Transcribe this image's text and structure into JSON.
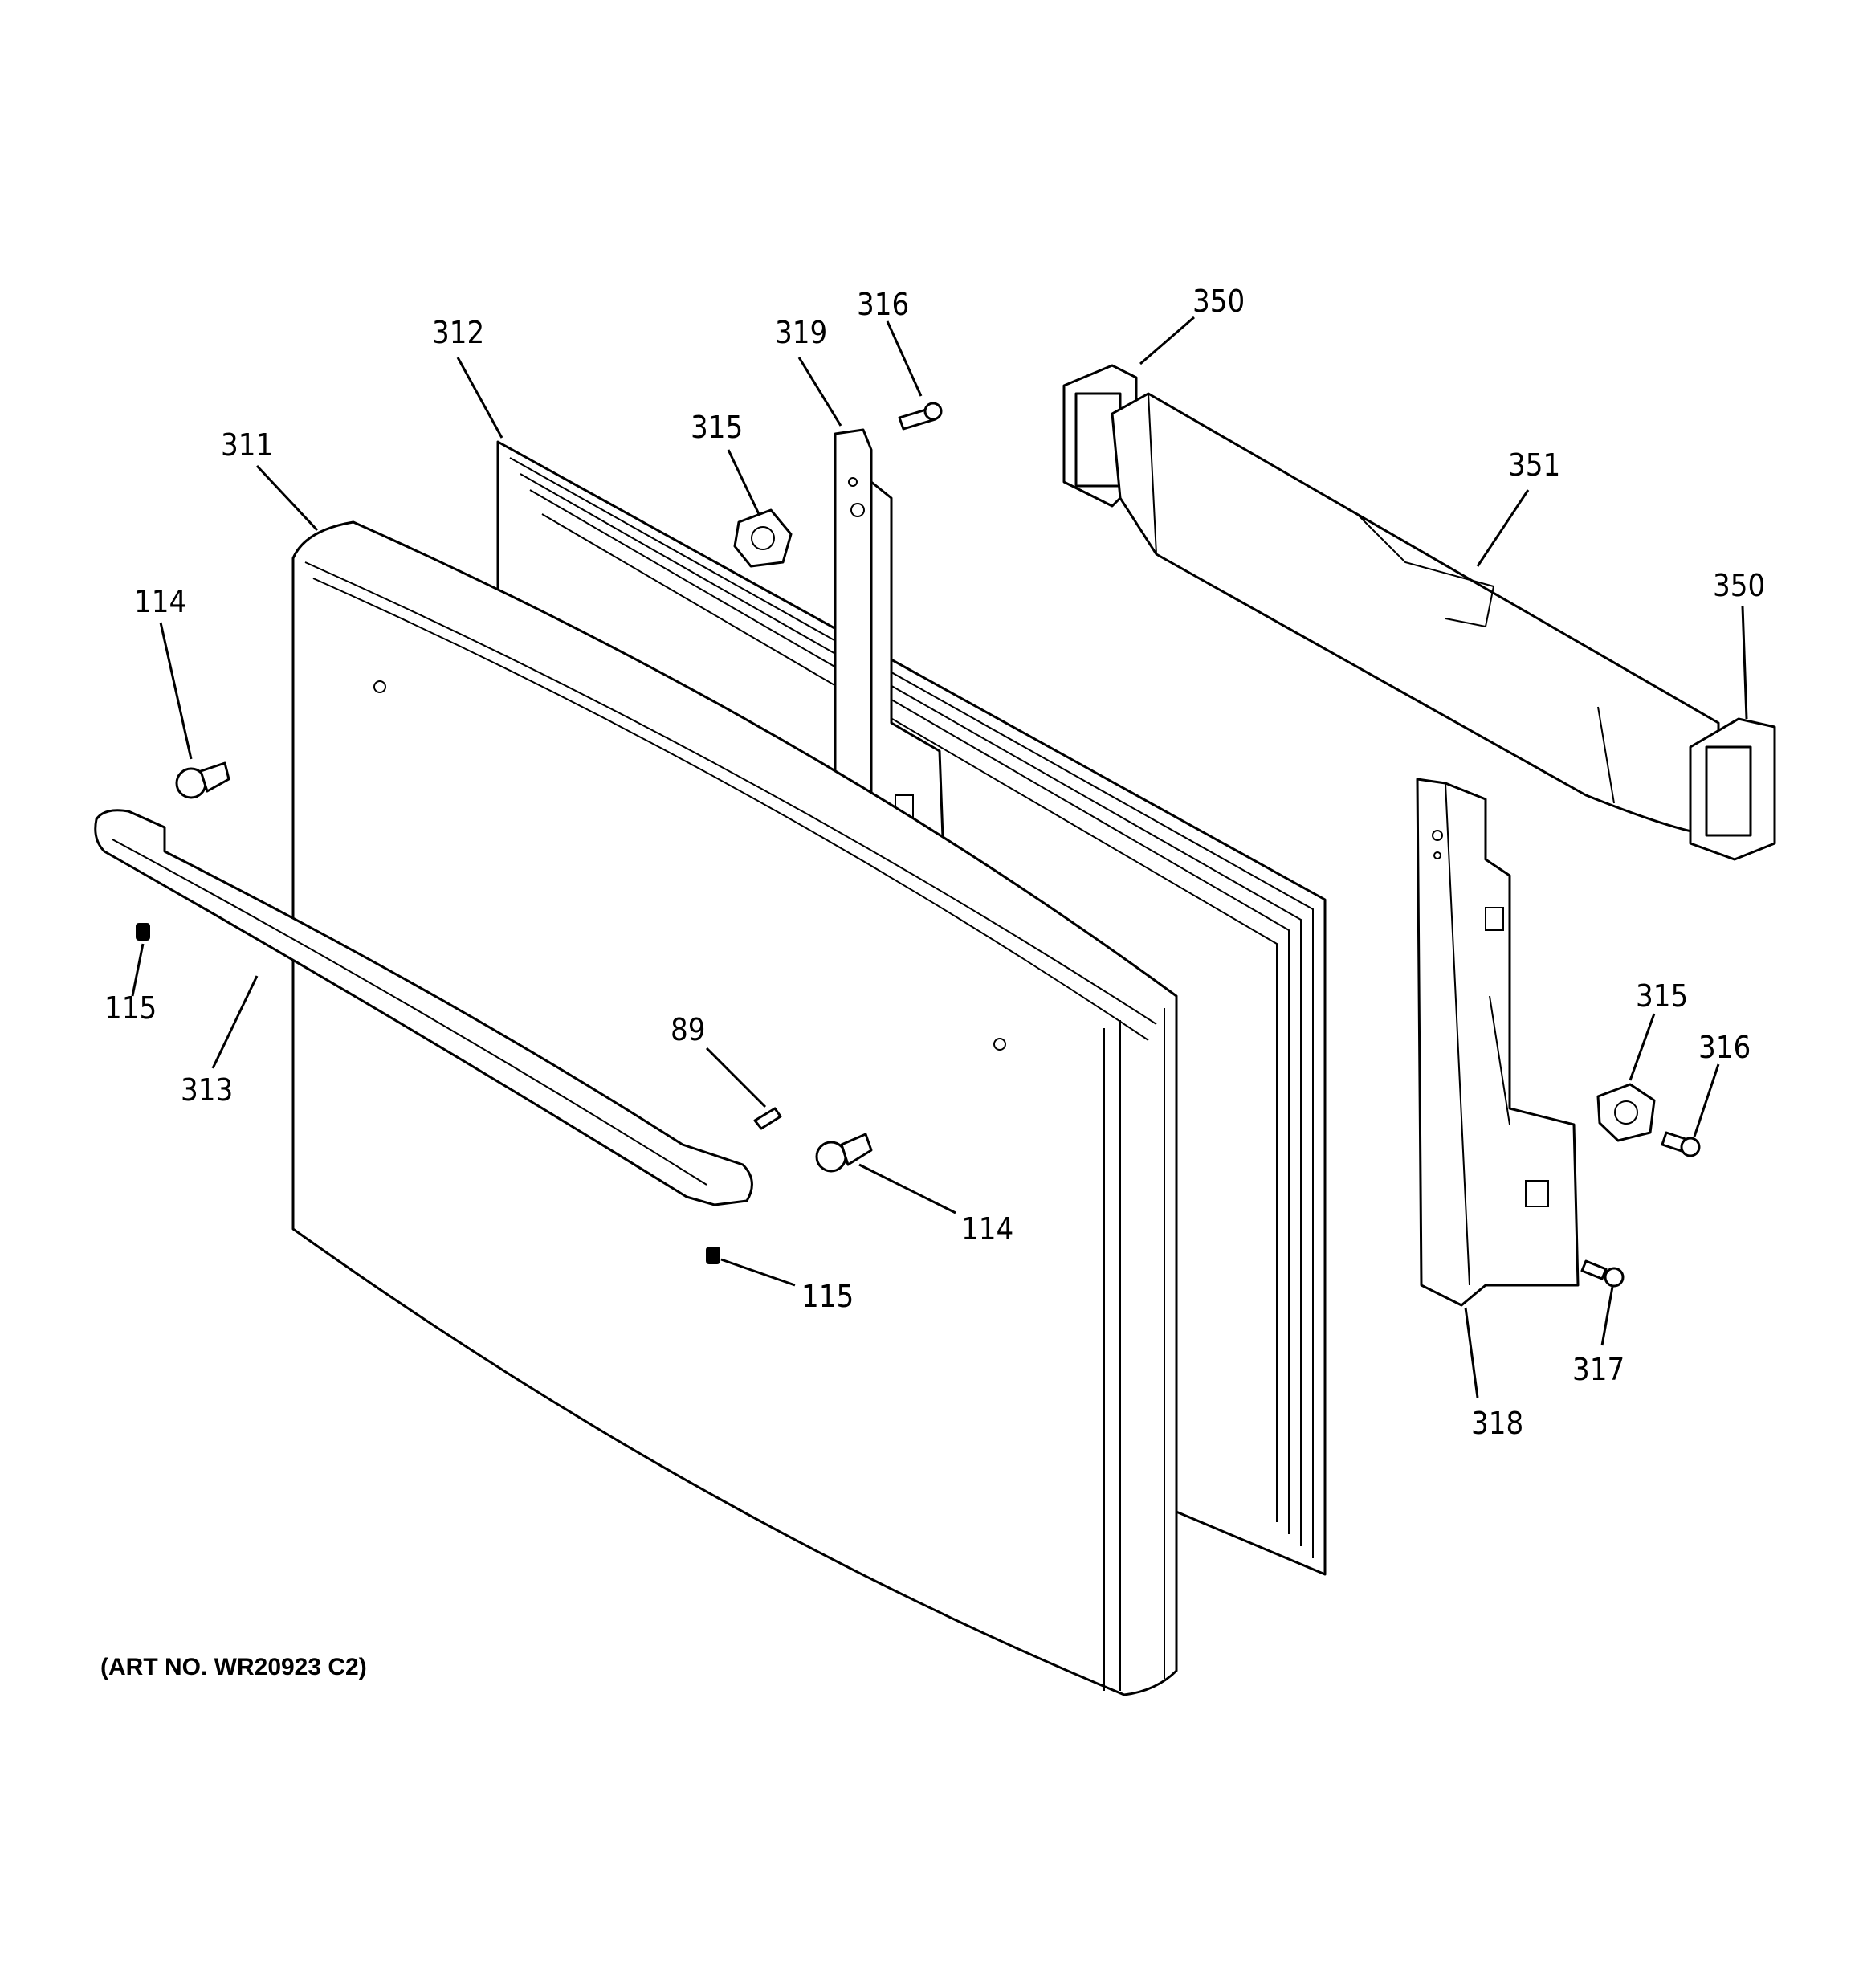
{
  "diagram": {
    "art_number": "(ART NO. WR20923 C2)",
    "callouts": {
      "c312": "312",
      "c319": "319",
      "c316_top": "316",
      "c350_top": "350",
      "c311": "311",
      "c315_top": "315",
      "c351": "351",
      "c350_right": "350",
      "c114_left": "114",
      "c115_left": "115",
      "c313": "313",
      "c89": "89",
      "c114_center": "114",
      "c115_center": "115",
      "c315_right": "315",
      "c316_right": "316",
      "c317": "317",
      "c318": "318"
    }
  }
}
